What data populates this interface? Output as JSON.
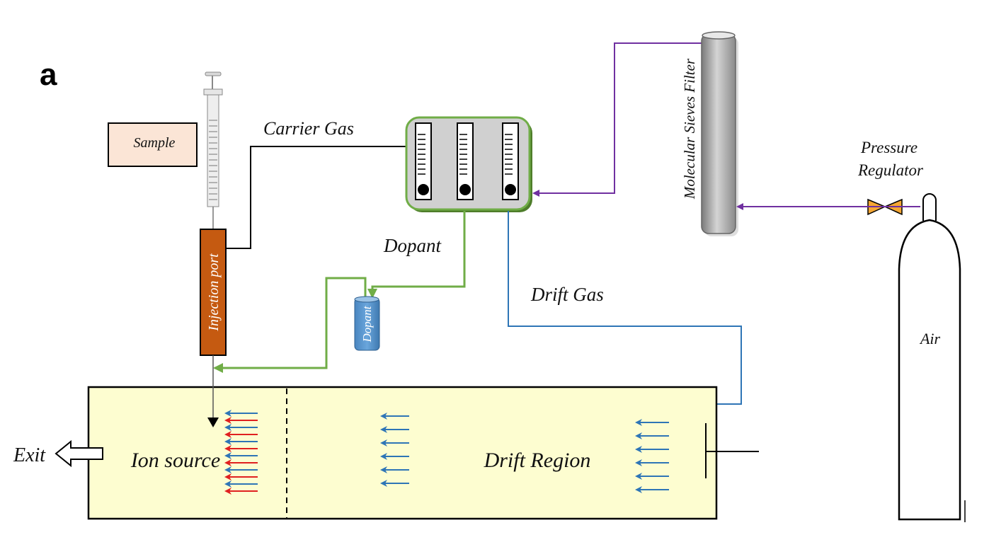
{
  "figure": {
    "panel_label": "a",
    "colors": {
      "purple_line": "#7030a0",
      "green_line": "#70ad47",
      "blue_line": "#2e75b6",
      "red_arrow": "#e02020",
      "black_line": "#000000",
      "chamber_fill": "#fdfdd0",
      "sample_fill": "#fbe5d6",
      "injection_fill": "#c55a11",
      "dopant_fill": "#5b9bd5",
      "regulator_fill": "#f4a633",
      "rotameter_fill": "#d0d0d0",
      "rotameter_border": "#70ad47"
    },
    "components": {
      "sample": "Sample",
      "injection_port": "Injection port",
      "carrier_gas": "Carrier Gas",
      "dopant_line": "Dopant",
      "dopant_vial": "Dopant",
      "drift_gas": "Drift Gas",
      "sieves_filter": "Molecular Sieves Filter",
      "pressure_regulator_line1": "Pressure",
      "pressure_regulator_line2": "Regulator",
      "air_cylinder": "Air",
      "exit": "Exit",
      "ion_source": "Ion source",
      "drift_region": "Drift Region"
    },
    "rotameters_count": 3,
    "ion_source_arrows": [
      "blue",
      "red",
      "blue",
      "red",
      "blue",
      "red",
      "blue",
      "red",
      "blue",
      "red",
      "blue",
      "red"
    ],
    "drift_arrows_left_count": 6,
    "drift_arrows_right_count": 6
  }
}
